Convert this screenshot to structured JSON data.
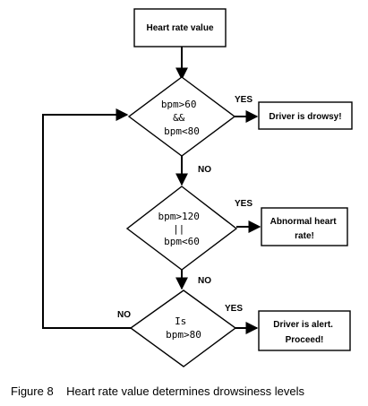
{
  "nodes": {
    "start": {
      "text": "Heart rate value"
    },
    "decision1": {
      "lines": [
        "bpm>60",
        "&&",
        "bpm<80"
      ]
    },
    "drowsy": {
      "text": "Driver is drowsy!"
    },
    "decision2": {
      "lines": [
        "bpm>120",
        "||",
        "bpm<60"
      ]
    },
    "abnormal": {
      "lines": [
        "Abnormal heart",
        "rate!"
      ]
    },
    "decision3": {
      "lines": [
        "Is",
        "bpm>80"
      ]
    },
    "alert": {
      "lines": [
        "Driver is alert.",
        "Proceed!"
      ]
    }
  },
  "edge_labels": {
    "d1_yes": "YES",
    "d1_no": "NO",
    "d2_yes": "YES",
    "d2_no": "NO",
    "d3_yes": "YES",
    "d3_no": "NO"
  },
  "caption": "Figure 8    Heart rate value determines drowsiness levels"
}
